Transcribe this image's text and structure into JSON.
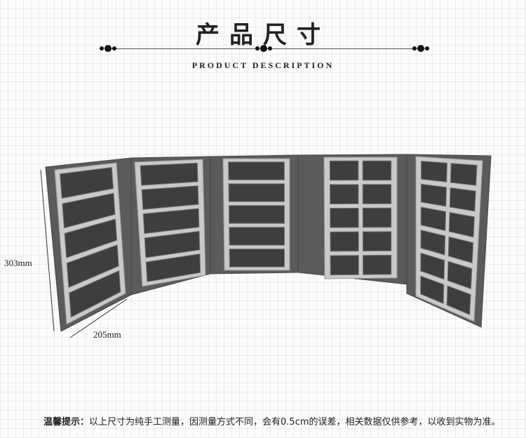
{
  "header": {
    "title": "产品尺寸",
    "subtitle": "PRODUCT DESCRIPTION"
  },
  "dimensions": {
    "height_label": "303mm",
    "width_label": "205mm"
  },
  "product": {
    "panel_count": 5,
    "colors": {
      "backing": "#5b5b5b",
      "slot": "#3e3e3e",
      "frame": "#c9c9c9"
    }
  },
  "note": {
    "label": "温馨提示：",
    "text": "以上尺寸为纯手工测量，因测量方式不同，会有0.5cm的误差，相关数据仅供参考，以收到实物为准。"
  }
}
